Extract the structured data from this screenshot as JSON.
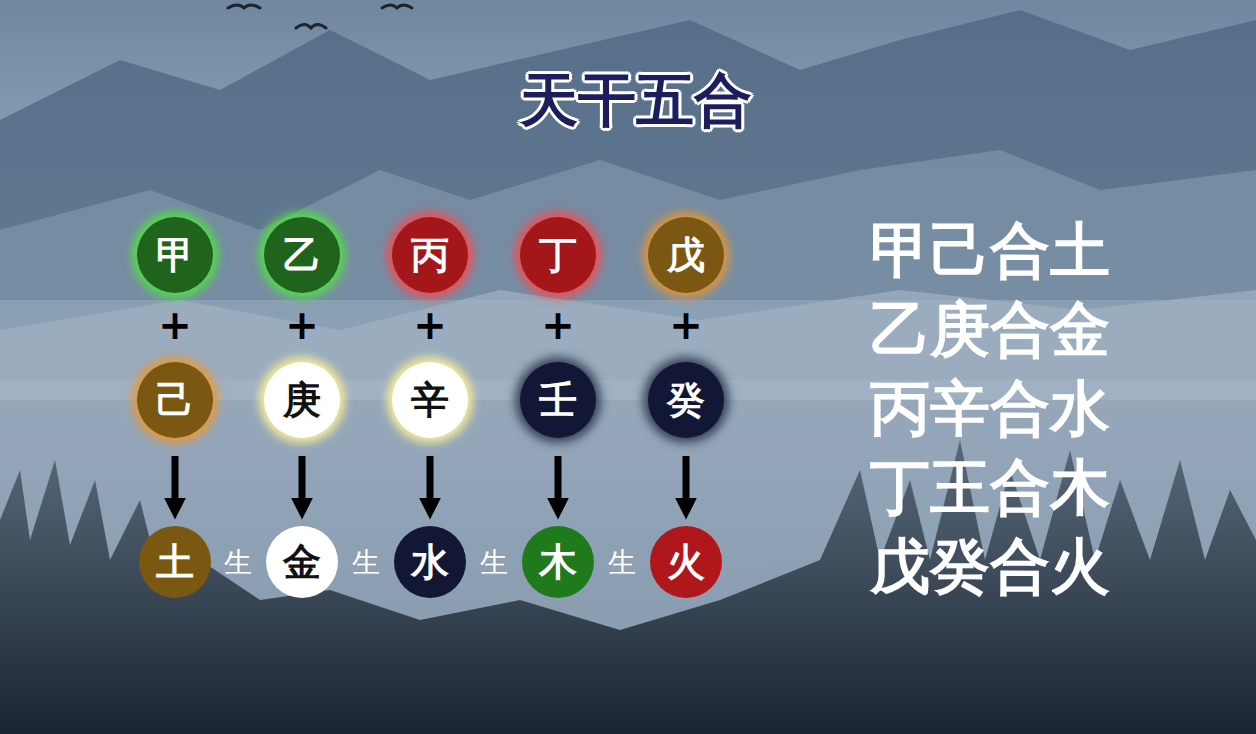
{
  "diagram": {
    "title": "天干五合",
    "nodes": [
      {
        "text": [
          "甲"
        ]
      },
      {
        "text": [
          "乙"
        ]
      },
      {
        "text": [
          "丙"
        ]
      },
      {
        "text": [
          "丁"
        ]
      },
      {
        "text": [
          "戊"
        ]
      },
      {
        "text": [
          "己"
        ]
      },
      {
        "text": [
          "庚"
        ]
      },
      {
        "text": [
          "辛"
        ]
      },
      {
        "text": [
          "壬"
        ]
      },
      {
        "text": [
          "癸"
        ]
      },
      {
        "text": [
          "土"
        ]
      },
      {
        "text": [
          "金"
        ]
      },
      {
        "text": [
          "水"
        ]
      },
      {
        "text": [
          "木"
        ]
      },
      {
        "text": [
          "火"
        ]
      }
    ],
    "edges": [
      {
        "from": 5,
        "to": 10,
        "arrow": "to"
      },
      {
        "from": 6,
        "to": 11,
        "arrow": "to"
      },
      {
        "from": 7,
        "to": 12,
        "arrow": "to"
      },
      {
        "from": 8,
        "to": 13,
        "arrow": "to"
      },
      {
        "from": 9,
        "to": 14,
        "arrow": "to"
      }
    ],
    "labels": [
      "+",
      "+",
      "+",
      "+",
      "+",
      "生",
      "生",
      "生",
      "生",
      "甲己合土",
      "乙庚合金",
      "丙辛合水",
      "丁王合木",
      "戊癸合火"
    ]
  }
}
